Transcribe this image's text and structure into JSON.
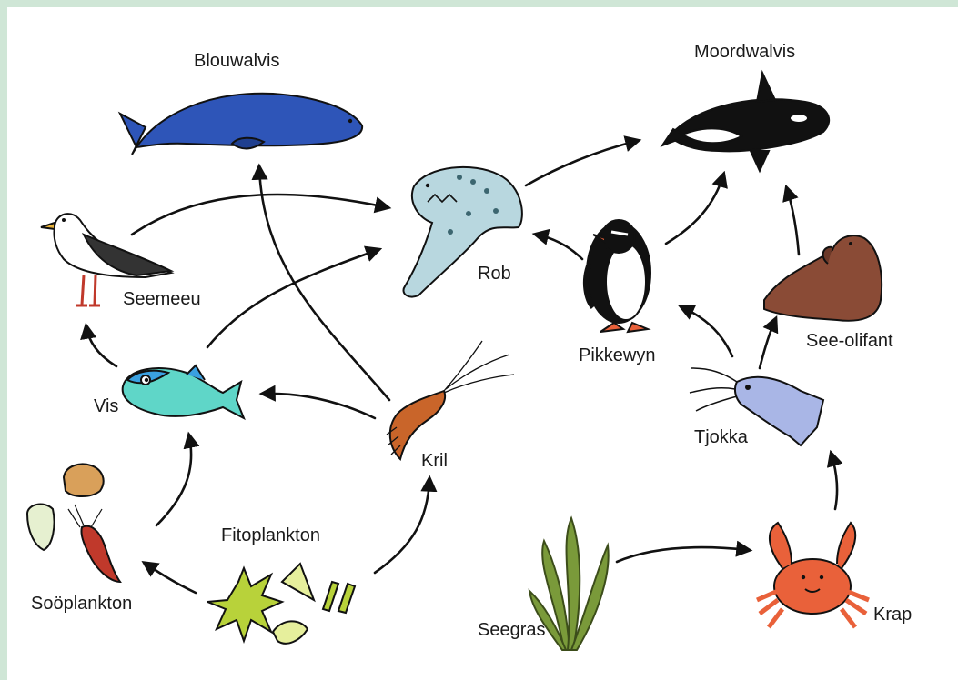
{
  "organisms": {
    "blouwalvis": "Blouwalvis",
    "moordwalvis": "Moordwalvis",
    "seemeeu": "Seemeeu",
    "rob": "Rob",
    "pikkewyn": "Pikkewyn",
    "see_olifant": "See-olifant",
    "vis": "Vis",
    "kril": "Kril",
    "tjokka": "Tjokka",
    "fitoplankton": "Fitoplankton",
    "sooplankton": "Soöplankton",
    "seegras": "Seegras",
    "krap": "Krap"
  },
  "colors": {
    "frame": "#cfe6d6",
    "background": "#ffffff",
    "arrow": "#111111",
    "blue_whale": "#2e55b8",
    "orca": "#111111",
    "seal": "#b8d7df",
    "fish": "#5fd6c8",
    "krill": "#c9652a",
    "squid": "#a9b6e6",
    "elephant_seal": "#8a4b36",
    "crab": "#e9613a",
    "seagrass": "#7a9a3a",
    "phytoplankton": "#b8d23a",
    "zooplankton": "#c0392b"
  }
}
